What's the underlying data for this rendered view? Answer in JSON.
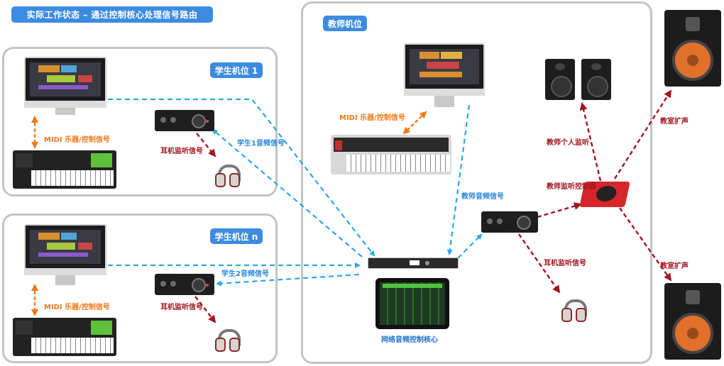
{
  "title": "实际工作状态 – 通过控制核心处理信号路由",
  "student1": {
    "tag": "学生机位 1",
    "midi_label": "MIDI 乐器/控制信号",
    "headphone_label": "耳机监听信号",
    "audio_label": "学生1音频信号"
  },
  "studentN": {
    "tag": "学生机位 n",
    "midi_label": "MIDI 乐器/控制信号",
    "headphone_label": "耳机监听信号",
    "audio_label": "学生2音频信号"
  },
  "teacher": {
    "tag": "教师机位",
    "midi_label": "MIDI 乐器/控制信号",
    "audio_label": "教师音频信号",
    "headphone_label": "耳机监听信号",
    "core_label": "网络音频控制核心",
    "monitor_controller_label": "教师监听控制器",
    "personal_monitor_label": "教师个人监听"
  },
  "room": {
    "speaker_top_label": "教室扩声",
    "speaker_bottom_label": "教室扩声"
  },
  "colors": {
    "accent": "#3d8be0",
    "midi_arrow": "#f07a1a",
    "audio_arrow": "#2aa7e8",
    "monitor_arrow": "#a0161f",
    "panel_border": "#c4c4c4"
  }
}
